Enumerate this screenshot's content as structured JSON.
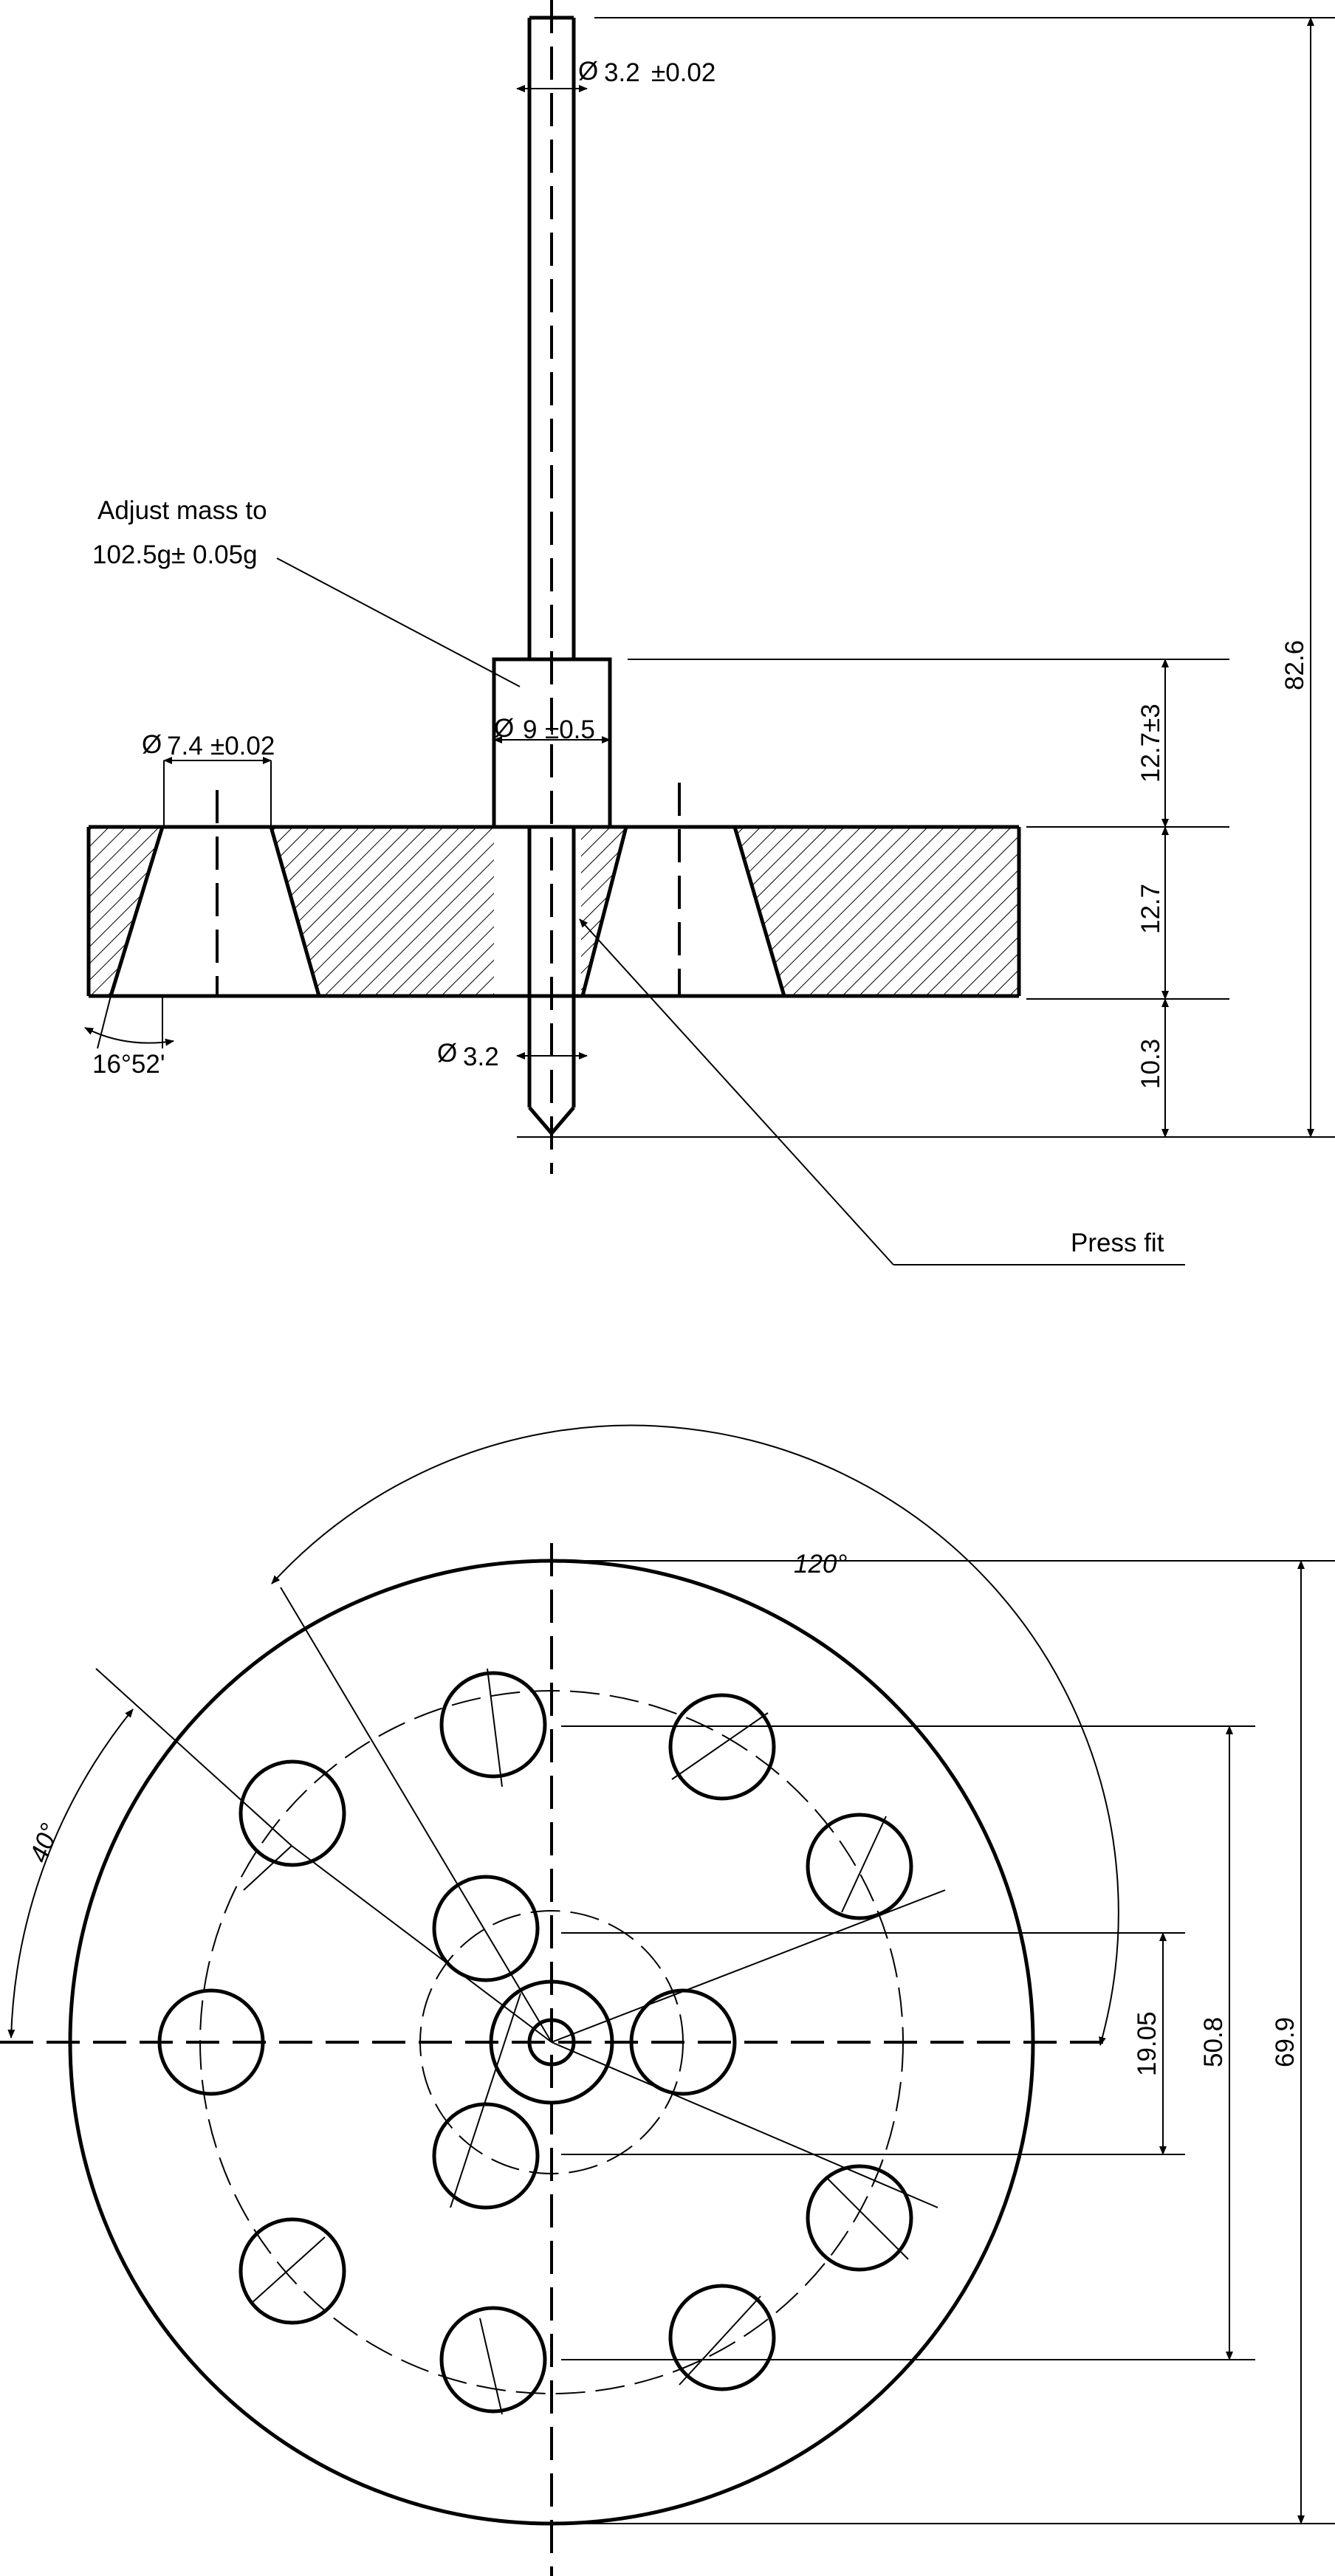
{
  "side_view": {
    "pin_diameter": "3.2",
    "pin_tolerance": "±0.02",
    "mass_note_line1": "Adjust mass to",
    "mass_note_line2": "102.5g± 0.05g",
    "hole_diameter": "7.4",
    "hole_tolerance": "±0.02",
    "collar_diameter": "9",
    "collar_tolerance": "±0.5",
    "taper_angle": "16°52'",
    "tip_diameter": "3.2",
    "press_fit": "Press fit",
    "dim_collar_height": "12.7±3",
    "dim_disc_thickness": "12.7",
    "dim_tip_length": "10.3",
    "dim_overall_height": "82.6"
  },
  "plan_view": {
    "angle_120": "120°",
    "angle_40": "40°",
    "dim_inner_pcd": "19.05",
    "dim_outer_pcd": "50.8",
    "dim_disc_diameter": "69.9"
  },
  "diameter_symbol": "Ø"
}
